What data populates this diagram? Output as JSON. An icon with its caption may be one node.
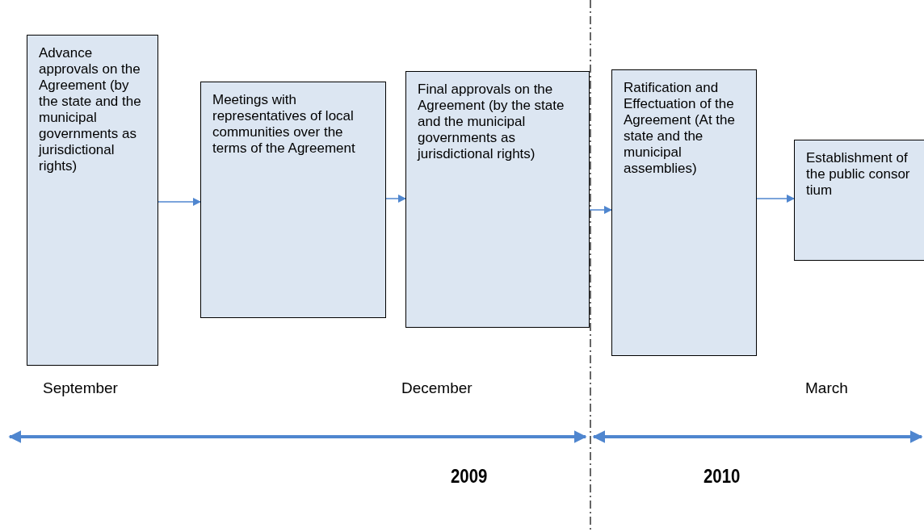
{
  "diagram": {
    "nodes": [
      {
        "text": [
          "Advance approvals on the Agreement (by the state and the municipal governments as jurisdictional rights)"
        ]
      },
      {
        "text": [
          "Meetings with representatives of local communities over the terms of the Agreement"
        ]
      },
      {
        "text": [
          "Final approvals on the Agreement (by the state and the municipal governments as jurisdictional rights)"
        ]
      },
      {
        "text": [
          "Ratification and Effectuation of the Agreement (At the state and the municipal assemblies)"
        ]
      },
      {
        "text": [
          "Establishment of the public consortium"
        ]
      }
    ],
    "edges": [
      {
        "from": 0,
        "to": 1,
        "arrow": "to"
      },
      {
        "from": 1,
        "to": 2,
        "arrow": "to"
      },
      {
        "from": 2,
        "to": 3,
        "arrow": "to"
      },
      {
        "from": 3,
        "to": 4,
        "arrow": "to"
      }
    ],
    "labels": [
      "September",
      "December",
      "March",
      "2009",
      "2010"
    ]
  }
}
